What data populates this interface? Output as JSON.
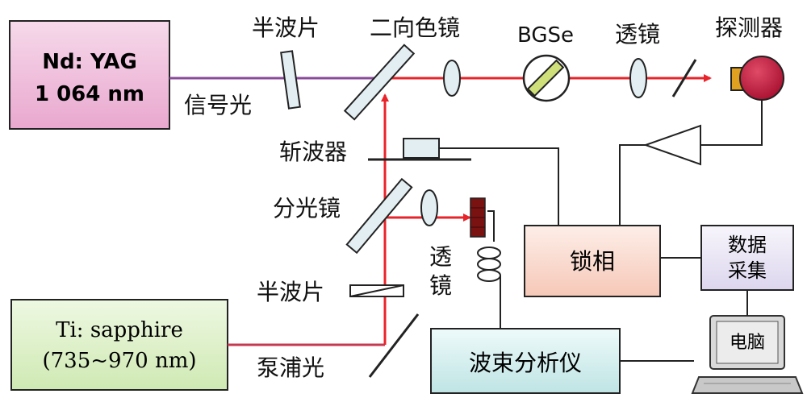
{
  "lasers": {
    "ndyag": {
      "line1": "Nd: YAG",
      "line2": "1 064 nm"
    },
    "tisapphire": {
      "line1": "Ti: sapphire",
      "line2": "(735~970 nm)"
    }
  },
  "labels": {
    "half_wave_plate_top": "半波片",
    "dichroic_mirror": "二向色镜",
    "crystal": "BGSe",
    "lens_top": "透镜",
    "detector": "探测器",
    "signal_light": "信号光",
    "chopper": "斩波器",
    "beam_splitter": "分光镜",
    "lens_mid_1": "透",
    "lens_mid_2": "镜",
    "half_wave_plate_bottom": "半波片",
    "pump_light": "泵浦光"
  },
  "boxes": {
    "lockin": "锁相",
    "daq_line1": "数据",
    "daq_line2": "采集",
    "beam_analyzer": "波束分析仪",
    "computer": "电脑"
  },
  "colors": {
    "ndyag_fill": "#f2c6e0",
    "tisapphire_fill": "#ddf1c8",
    "signal_beam": "#8a4a9a",
    "red_beam": "#e8242a",
    "lockin_fill": "#fbe0d6",
    "daq_fill": "#ece8f6",
    "analyzer_fill": "#d8f0f0",
    "detector_ball": "#c8163c",
    "detector_plate": "#e0a020",
    "crystal_fill": "#cfe07a",
    "optic_fill": "#e3eef2"
  }
}
